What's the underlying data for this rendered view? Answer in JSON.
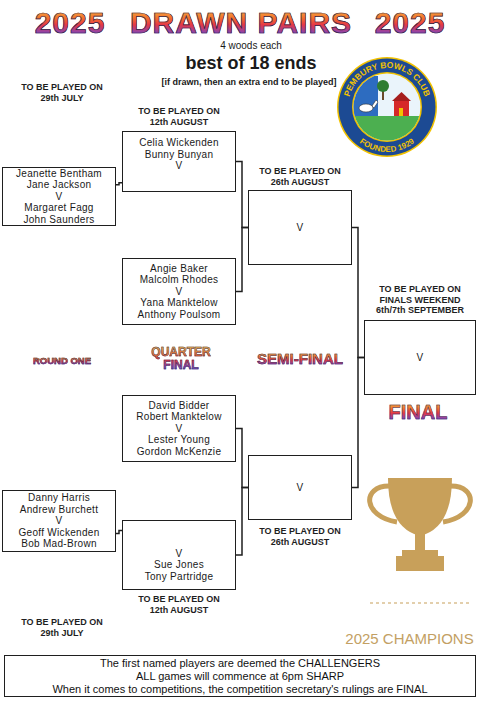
{
  "diagram": {
    "title": "DRAWN PAIRS",
    "nodes": [
      {
        "text": [
          "Celia Wickenden",
          "Bunny Bunyan",
          "V"
        ]
      },
      {
        "text": [
          "Jeanette Bentham",
          "Jane Jackson",
          "V",
          "Margaret Fagg",
          "John Saunders"
        ]
      },
      {
        "text": [
          "V"
        ]
      },
      {
        "text": [
          "Angie Baker",
          "Malcolm Rhodes",
          "V",
          "Yana Manktelow",
          "Anthony Poulsom"
        ]
      },
      {
        "text": [
          "V"
        ]
      },
      {
        "text": [
          "David Bidder",
          "Robert Manktelow",
          "V",
          "Lester Young",
          "Gordon McKenzie"
        ]
      },
      {
        "text": [
          "V"
        ]
      },
      {
        "text": [
          "Danny Harris",
          "Andrew Burchett",
          "V",
          "Geoff Wickenden",
          "Bob Mad-Brown"
        ]
      },
      {
        "text": [
          "V",
          "Sue Jones",
          "Tony Partridge"
        ]
      },
      {
        "text": [
          "The first named players are deemed the CHALLENGERS",
          "ALL games will commence at 6pm SHARP",
          "When it comes to competitions, the competition secretary's rulings are FINAL"
        ]
      }
    ],
    "edges": [
      {
        "from": 1,
        "to": 0,
        "arrow": "none"
      },
      {
        "from": 0,
        "to": 2,
        "arrow": "none"
      },
      {
        "from": 3,
        "to": 2,
        "arrow": "none"
      },
      {
        "from": 2,
        "to": 4,
        "arrow": "none"
      },
      {
        "from": 5,
        "to": 6,
        "arrow": "none"
      },
      {
        "from": 8,
        "to": 6,
        "arrow": "none"
      },
      {
        "from": 6,
        "to": 4,
        "arrow": "none"
      },
      {
        "from": 7,
        "to": 8,
        "arrow": "none"
      }
    ],
    "labels": [
      "2025",
      "2025",
      "4 woods each",
      "best of 18 ends",
      "[if drawn, then an extra end to be played]",
      "TO BE PLAYED ON 29th JULY",
      "TO BE PLAYED ON 12th AUGUST",
      "PEMBURY BOWLS CLUB",
      "FOUNDED 1929",
      "TO BE PLAYED ON 26th AUGUST",
      "TO BE PLAYED ON FINALS WEEKEND 6th/7th SEPTEMBER",
      "ROUND ONE",
      "QUARTER FINAL",
      "SEMI-FINAL",
      "FINAL",
      "TO BE PLAYED ON 26th AUGUST",
      "TO BE PLAYED ON 12th AUGUST",
      "TO BE PLAYED ON 29th JULY",
      "2025 CHAMPIONS"
    ]
  }
}
